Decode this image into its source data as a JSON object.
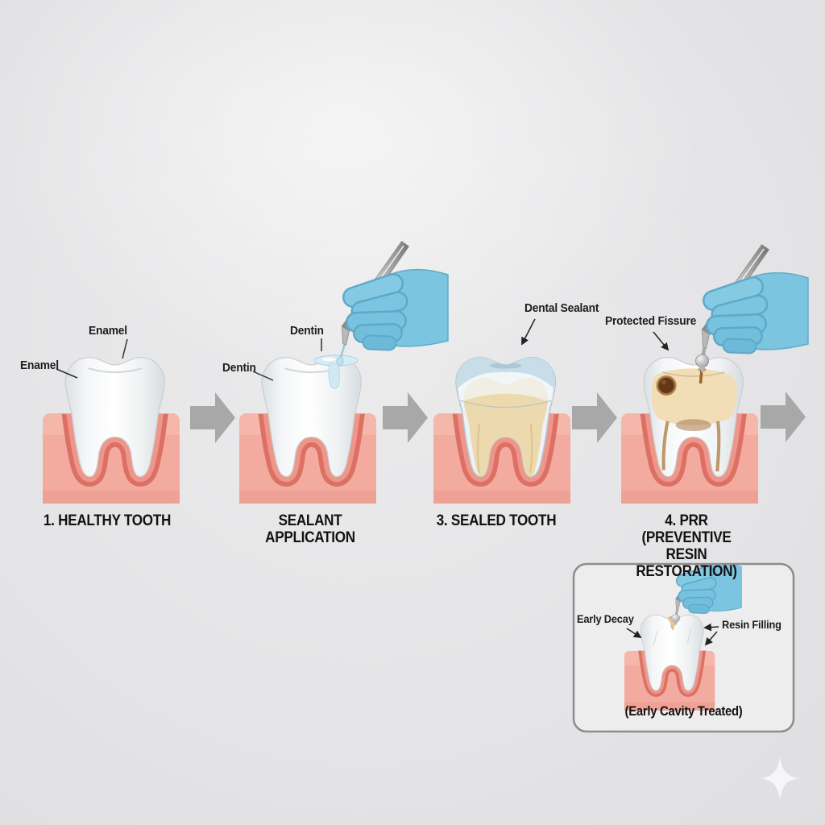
{
  "stages": [
    {
      "caption": "1. HEALTHY TOOTH",
      "label_top": "Enamel",
      "label_side": "Enamel"
    },
    {
      "caption": "SEALANT APPLICATION",
      "label_top": "Dentin",
      "label_side": "Dentin"
    },
    {
      "caption": "3. SEALED TOOTH",
      "label_top": "Dental Sealant"
    },
    {
      "caption": "4. PRR (PREVENTIVE RESIN RESTORATION)",
      "label_top": "Protected Fissure"
    }
  ],
  "inset": {
    "caption": "(Early Cavity Treated)",
    "label_decay": "Early Decay",
    "label_filling": "Resin Filling"
  },
  "colors": {
    "background": "#e5e5e7",
    "gum_light": "#f3aba0",
    "gum_mid": "#ee968a",
    "gum_dark": "#dc7064",
    "tooth_white": "#ffffff",
    "glove_blue": "#7cc5e0",
    "dentin_tan": "#ecd9ae",
    "decay_brown": "#643716",
    "sealant_blue": "#c2dbe7",
    "flow_arrow_gray": "#a8a8a9"
  }
}
